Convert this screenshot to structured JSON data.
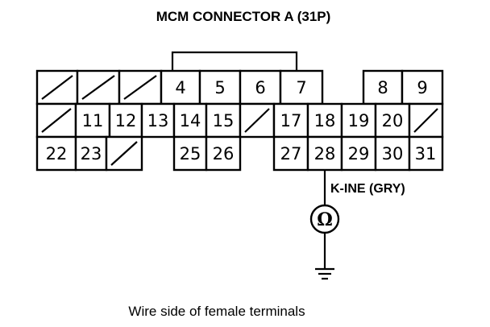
{
  "title": "MCM CONNECTOR A (31P)",
  "probe_label": "K-INE (GRY)",
  "meter_symbol": "Ω",
  "caption": "Wire side of female terminals",
  "colors": {
    "line": "#000000",
    "background": "#ffffff"
  },
  "connector": {
    "rows": [
      [
        "",
        "",
        "",
        "4",
        "5",
        "6",
        "7",
        null,
        "8",
        "9"
      ],
      [
        "",
        "11",
        "12",
        "13",
        "14",
        "15",
        "",
        "17",
        "18",
        "19",
        "20",
        ""
      ],
      [
        "22",
        "23",
        "",
        null,
        "25",
        "26",
        null,
        "27",
        "28",
        "29",
        "30",
        "31"
      ]
    ]
  },
  "probed_pin": "28",
  "icons": [
    "ohmmeter-icon",
    "ground-icon"
  ]
}
